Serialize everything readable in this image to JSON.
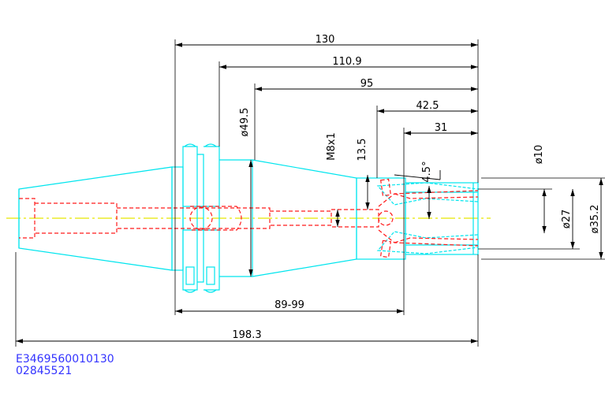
{
  "colors": {
    "outline": "#00e5ee",
    "hidden": "#ff1a1a",
    "centerline": "#e6e600",
    "dimension": "#000000",
    "code_text": "#3333ff"
  },
  "dimensions": {
    "overall_length": "130",
    "flange_to_end": "110.9",
    "taper_to_end": "95",
    "collet_seat": "42.5",
    "collet_depth": "31",
    "gauge_diameter": "ø49.5",
    "thread": "M8x1",
    "bore_depth": "13.5",
    "collet_angle": "4.5°",
    "clamp_diameter": "ø10",
    "bore_diameter": "ø27",
    "nose_diameter": "ø35.2",
    "adjust_range": "89-99",
    "total_length": "198.3"
  },
  "codes": {
    "article_code": "E3469560010130",
    "order_number": "02845521"
  }
}
